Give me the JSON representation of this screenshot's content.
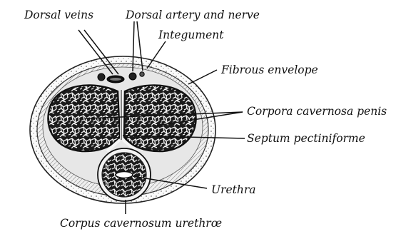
{
  "labels": {
    "dorsal_veins": "Dorsal veins",
    "dorsal_artery_nerve": "Dorsal artery and nerve",
    "integument": "Integument",
    "fibrous_envelope": "Fibrous envelope",
    "corpora_cavernosa": "Corpora cavernosa penis",
    "septum": "Septum pectiniforme",
    "urethra": "Urethra",
    "corpus_spongiosum": "Corpus cavernosum urethrœ"
  },
  "colors": {
    "ink": "#111111",
    "paper": "#ffffff",
    "tissue": "#d9d9d9",
    "cavernous_fill": "#1a1a1a"
  }
}
